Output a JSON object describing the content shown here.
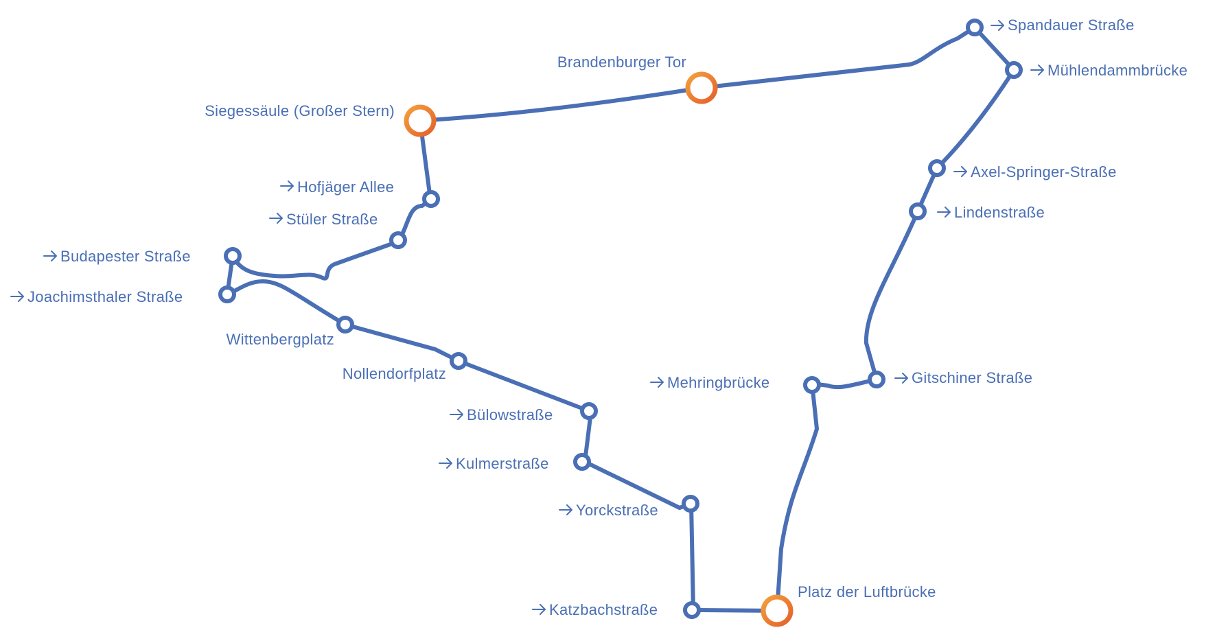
{
  "map": {
    "colors": {
      "route": "#4a6fb5",
      "major_stop_start": "#f0953a",
      "major_stop_end": "#e8662a",
      "label": "#4a6fb5"
    },
    "stops": {
      "siegessaeule": {
        "label": "Siegessäule (Großer Stern)",
        "type": "major"
      },
      "brandenburger_tor": {
        "label": "Brandenburger Tor",
        "type": "major"
      },
      "spandauer_strasse": {
        "label": "Spandauer Straße",
        "type": "minor",
        "arrow": true
      },
      "muehlendammbruecke": {
        "label": "Mühlendammbrücke",
        "type": "minor",
        "arrow": true
      },
      "axel_springer_strasse": {
        "label": "Axel-Springer-Straße",
        "type": "minor",
        "arrow": true
      },
      "lindenstrasse": {
        "label": "Lindenstraße",
        "type": "minor",
        "arrow": true
      },
      "gitschiner_strasse": {
        "label": "Gitschiner Straße",
        "type": "minor",
        "arrow": true
      },
      "mehringbruecke": {
        "label": "Mehringbrücke",
        "type": "minor",
        "arrow": true
      },
      "platz_der_luftbruecke": {
        "label": "Platz der Luftbrücke",
        "type": "major"
      },
      "katzbachstrasse": {
        "label": "Katzbachstraße",
        "type": "minor",
        "arrow": true
      },
      "yorckstrasse": {
        "label": "Yorckstraße",
        "type": "minor",
        "arrow": true
      },
      "kulmerstrasse": {
        "label": "Kulmerstraße",
        "type": "minor",
        "arrow": true
      },
      "buelowstrasse": {
        "label": "Bülowstraße",
        "type": "minor",
        "arrow": true
      },
      "nollendorfplatz": {
        "label": "Nollendorfplatz",
        "type": "minor"
      },
      "wittenbergplatz": {
        "label": "Wittenbergplatz",
        "type": "minor"
      },
      "joachimsthaler_strasse": {
        "label": "Joachimsthaler Straße",
        "type": "minor",
        "arrow": true
      },
      "budapester_strasse": {
        "label": "Budapester Straße",
        "type": "minor",
        "arrow": true
      },
      "stueler_strasse": {
        "label": "Stüler Straße",
        "type": "minor",
        "arrow": true
      },
      "hofjaeger_allee": {
        "label": "Hofjäger Allee",
        "type": "minor",
        "arrow": true
      }
    }
  }
}
